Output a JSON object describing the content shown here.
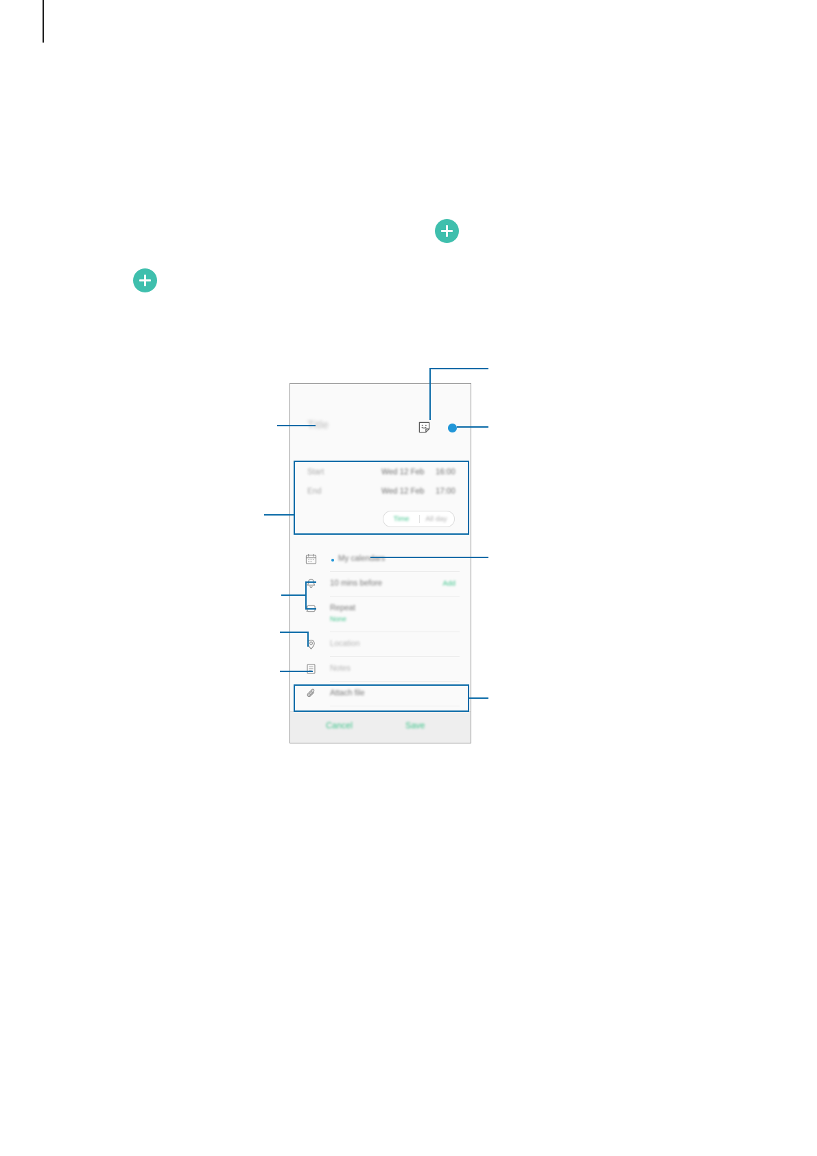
{
  "page": {
    "edge_mark": ""
  },
  "inline_buttons": {
    "add_event_fab_label": "add",
    "add_event_fab_label_2": "add",
    "accent_color": "#3fbfad"
  },
  "event_screen": {
    "title_field": {
      "placeholder": "Title",
      "value": ""
    },
    "sticker_button_label": "sticker",
    "color_dot_color": "#2196d8",
    "datetime": {
      "start": {
        "label": "Start",
        "date": "Wed 12 Feb",
        "time": "16:00"
      },
      "end": {
        "label": "End",
        "date": "Wed 12 Feb",
        "time": "17:00"
      },
      "mode_toggle": {
        "selected": "Time",
        "options": [
          "Time",
          "All day"
        ],
        "time_label": "Time",
        "allday_label": "All day",
        "selected_color": "#3cc38a"
      }
    },
    "rows": [
      {
        "icon": "calendar-icon",
        "label": "My calendars",
        "right": "",
        "has_bullet": true,
        "bullet_color": "#2196d8",
        "muted": false
      },
      {
        "icon": "bell-icon",
        "label": "10 mins before",
        "right": "Add",
        "has_bullet": false,
        "muted": false
      },
      {
        "icon": "repeat-icon",
        "label": "Repeat",
        "sub": "None",
        "right": "",
        "has_bullet": false,
        "muted": false
      },
      {
        "icon": "location-pin-icon",
        "label": "Location",
        "right": "",
        "has_bullet": false,
        "muted": true
      },
      {
        "icon": "notes-icon",
        "label": "Notes",
        "right": "",
        "has_bullet": false,
        "muted": true
      },
      {
        "icon": "paperclip-icon",
        "label": "Attach file",
        "right": "",
        "has_bullet": false,
        "muted": false
      }
    ],
    "footer": {
      "cancel_label": "Cancel",
      "save_label": "Save"
    }
  },
  "annotations": {
    "accent_color": "#0d6ca8",
    "callouts": [
      {
        "name": "title-callout",
        "target": "Title field"
      },
      {
        "name": "sticker-callout",
        "target": "Sticker button"
      },
      {
        "name": "color-dot-callout",
        "target": "Event colour dot"
      },
      {
        "name": "datetime-callout",
        "target": "Start / End date and time"
      },
      {
        "name": "calendar-callout",
        "target": "My calendars"
      },
      {
        "name": "reminder-repeat-callout",
        "target": "Reminder and Repeat"
      },
      {
        "name": "location-callout",
        "target": "Location"
      },
      {
        "name": "notes-callout",
        "target": "Notes"
      },
      {
        "name": "attach-callout",
        "target": "Attach file"
      }
    ]
  }
}
